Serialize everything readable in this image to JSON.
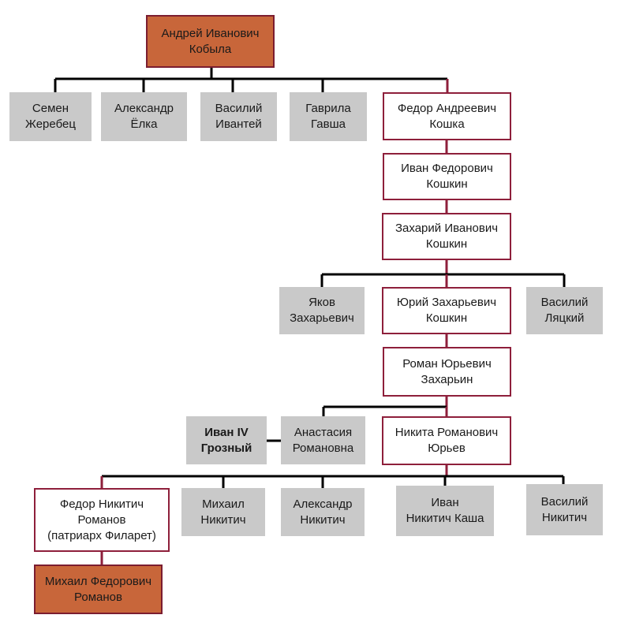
{
  "colors": {
    "root_fill": "#c8663a",
    "lineage_border": "#8e1f3b",
    "side_fill": "#c9c9c9",
    "connector": "#000000",
    "lineage_connector": "#8e1f3b"
  },
  "people": {
    "andrey_kobyla": "Андрей Иванович\nКобыла",
    "semen": "Семен\nЖеребец",
    "aleksandr_elka": "Александр\nЁлка",
    "vasily_ivantey": "Василий\nИвантей",
    "gavrila": "Гаврила\nГавша",
    "fedor_koshka": "Федор Андреевич\nКошка",
    "ivan_koshkin": "Иван Федорович\nКошкин",
    "zakhary_koshkin": "Захарий Иванович\nКошкин",
    "yakov": "Яков\nЗахарьевич",
    "yury_koshkin": "Юрий Захарьевич\nКошкин",
    "vasily_lyatsky": "Василий\nЛяцкий",
    "roman_zakharin": "Роман Юрьевич\nЗахарьин",
    "ivan_grozny": "Иван IV\nГрозный",
    "anastasia": "Анастасия\nРомановна",
    "nikita_yuryev": "Никита Романович\nЮрьев",
    "fedor_filaret": "Федор Никитич\nРоманов\n(патриарх Филарет)",
    "mikhail_nikitich": "Михаил\nНикитич",
    "aleksandr_nikitich": "Александр\nНикитич",
    "ivan_kasha": "Иван\nНикитич Каша",
    "vasily_nikitich": "Василий\nНикитич",
    "mikhail_romanov": "Михаил Федорович\nРоманов"
  }
}
